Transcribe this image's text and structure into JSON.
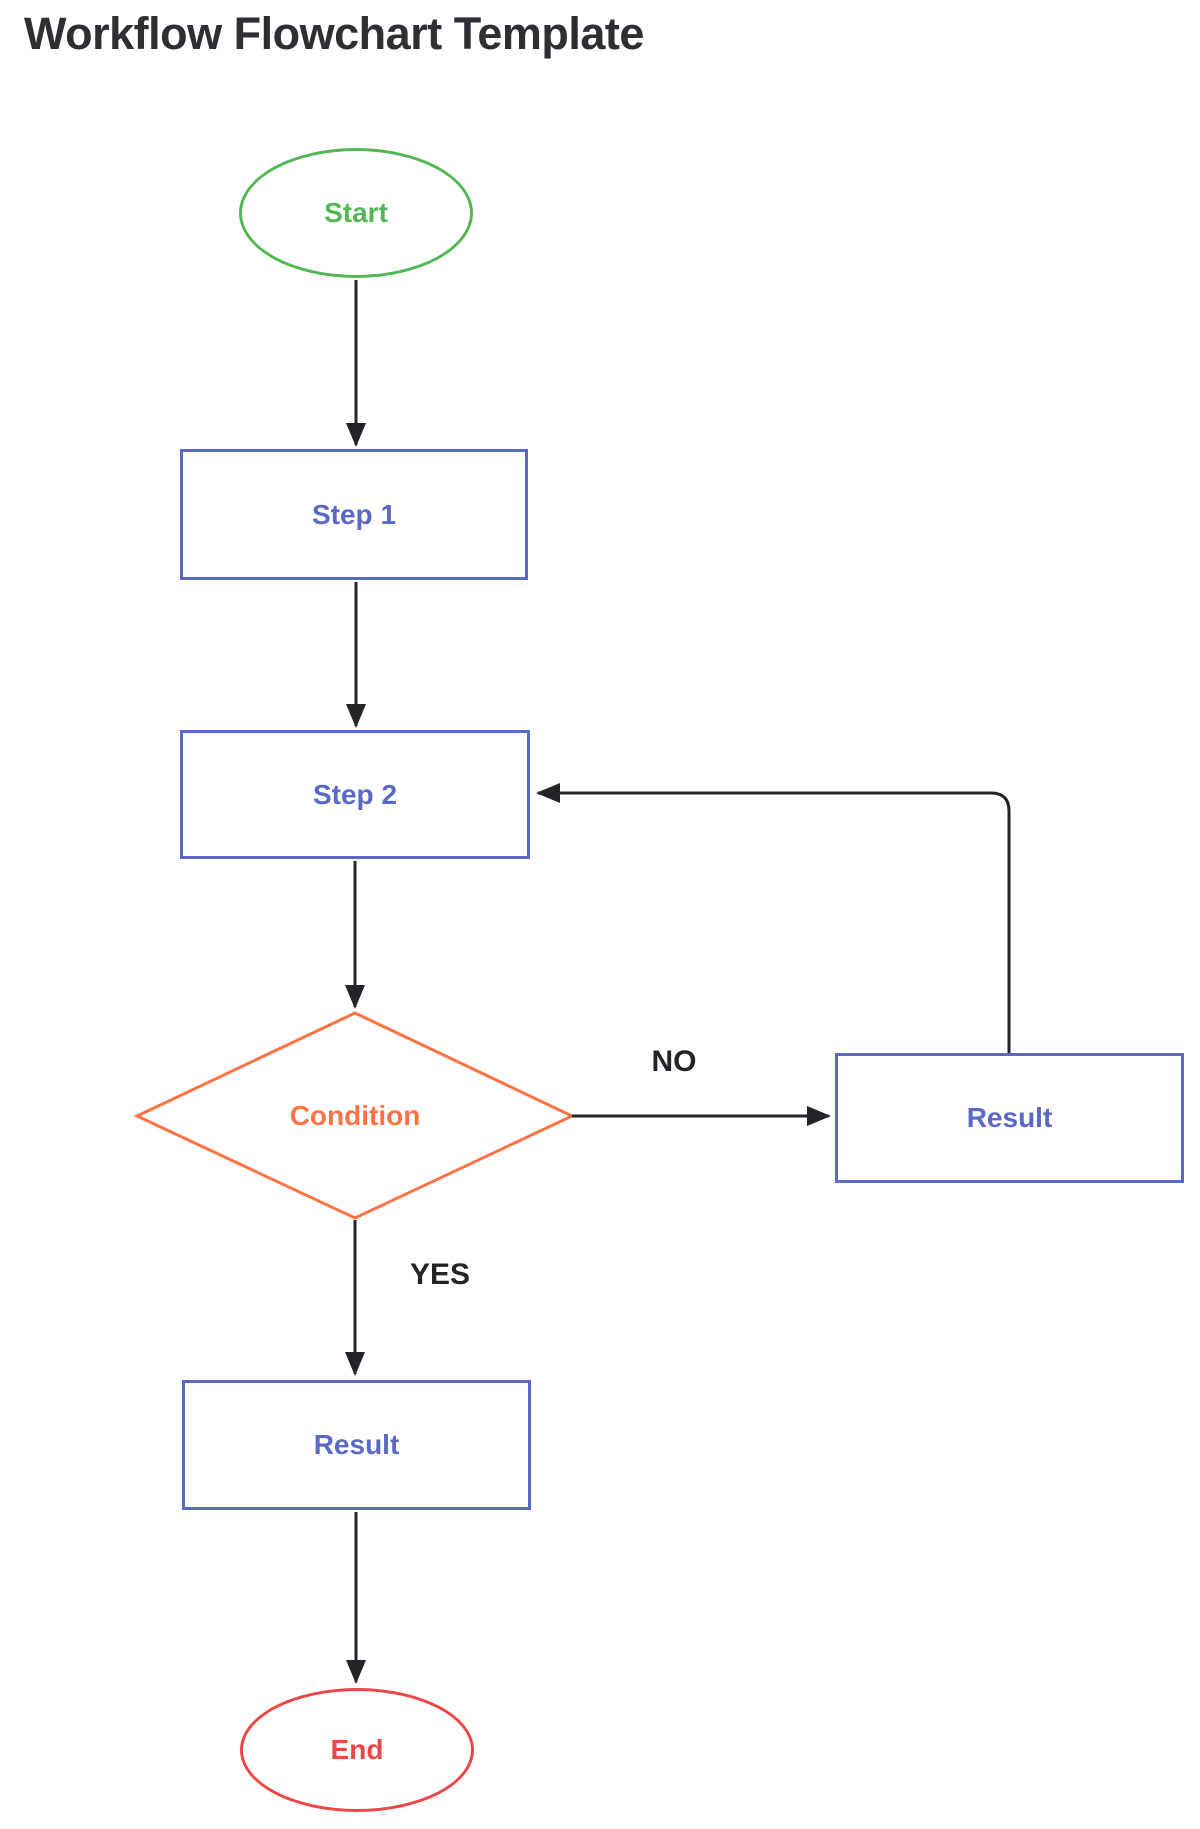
{
  "title": "Workflow Flowchart Template",
  "colors": {
    "green": "#53B755",
    "blue": "#5A68C6",
    "orange": "#FF7246",
    "red": "#EE4545",
    "ink": "#222528",
    "title": "#2E2E33",
    "bg": "#FFFFFF"
  },
  "nodes": {
    "start": {
      "label": "Start",
      "type": "terminator",
      "color": "#53B755"
    },
    "step1": {
      "label": "Step 1",
      "type": "process",
      "color": "#5A68C6"
    },
    "step2": {
      "label": "Step 2",
      "type": "process",
      "color": "#5A68C6"
    },
    "condition": {
      "label": "Condition",
      "type": "decision",
      "color": "#FF7246"
    },
    "result_no": {
      "label": "Result",
      "type": "process",
      "color": "#5A68C6"
    },
    "result_yes": {
      "label": "Result",
      "type": "process",
      "color": "#5A68C6"
    },
    "end": {
      "label": "End",
      "type": "terminator",
      "color": "#EE4545"
    }
  },
  "edge_labels": {
    "no": "NO",
    "yes": "YES"
  }
}
